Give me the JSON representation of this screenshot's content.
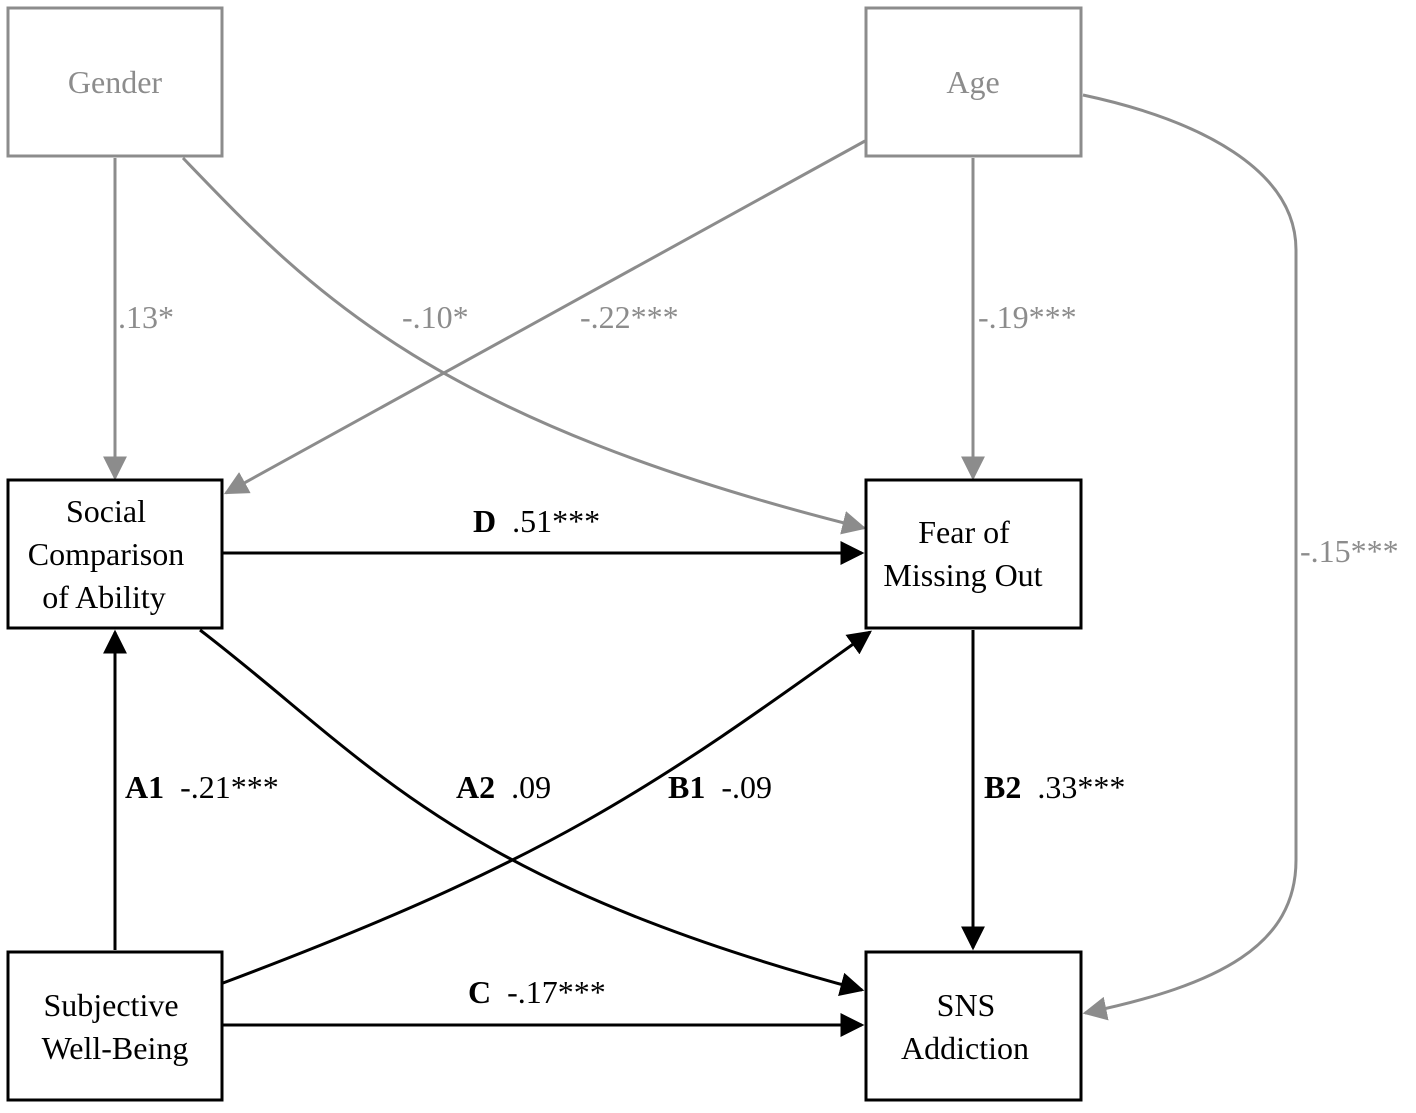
{
  "colors": {
    "covariate": "#8c8c8c",
    "main": "#000000",
    "background": "#ffffff"
  },
  "nodes": {
    "gender": {
      "lines": [
        "Gender"
      ]
    },
    "age": {
      "lines": [
        "Age"
      ]
    },
    "sca": {
      "lines": [
        "Social",
        "Comparison",
        "of Ability"
      ]
    },
    "fomo": {
      "lines": [
        "Fear of",
        "Missing Out"
      ]
    },
    "swb": {
      "lines": [
        "Subjective",
        "Well-Being"
      ]
    },
    "sns": {
      "lines": [
        "SNS",
        "Addiction"
      ]
    }
  },
  "edges": {
    "gender_sca": {
      "from": "Gender",
      "to": "Social Comparison of Ability",
      "coef": ".13*"
    },
    "gender_fomo": {
      "from": "Gender",
      "to": "Fear of Missing Out",
      "coef": "-.10*"
    },
    "age_sca": {
      "from": "Age",
      "to": "Social Comparison of Ability",
      "coef": "-.22***"
    },
    "age_fomo": {
      "from": "Age",
      "to": "Fear of Missing Out",
      "coef": "-.19***"
    },
    "age_sns": {
      "from": "Age",
      "to": "SNS Addiction",
      "coef": "-.15***"
    },
    "d": {
      "from": "Social Comparison of Ability",
      "to": "Fear of Missing Out",
      "letter": "D",
      "coef": ".51***"
    },
    "a1": {
      "from": "Subjective Well-Being",
      "to": "Social Comparison of Ability",
      "letter": "A1",
      "coef": "-.21***"
    },
    "a2": {
      "from": "Social Comparison of Ability",
      "to": "SNS Addiction",
      "letter": "A2",
      "coef": ".09"
    },
    "b1": {
      "from": "Subjective Well-Being",
      "to": "Fear of Missing Out",
      "letter": "B1",
      "coef": "-.09"
    },
    "b2": {
      "from": "Fear of Missing Out",
      "to": "SNS Addiction",
      "letter": "B2",
      "coef": ".33***"
    },
    "c": {
      "from": "Subjective Well-Being",
      "to": "SNS Addiction",
      "letter": "C",
      "coef": "-.17***"
    }
  }
}
